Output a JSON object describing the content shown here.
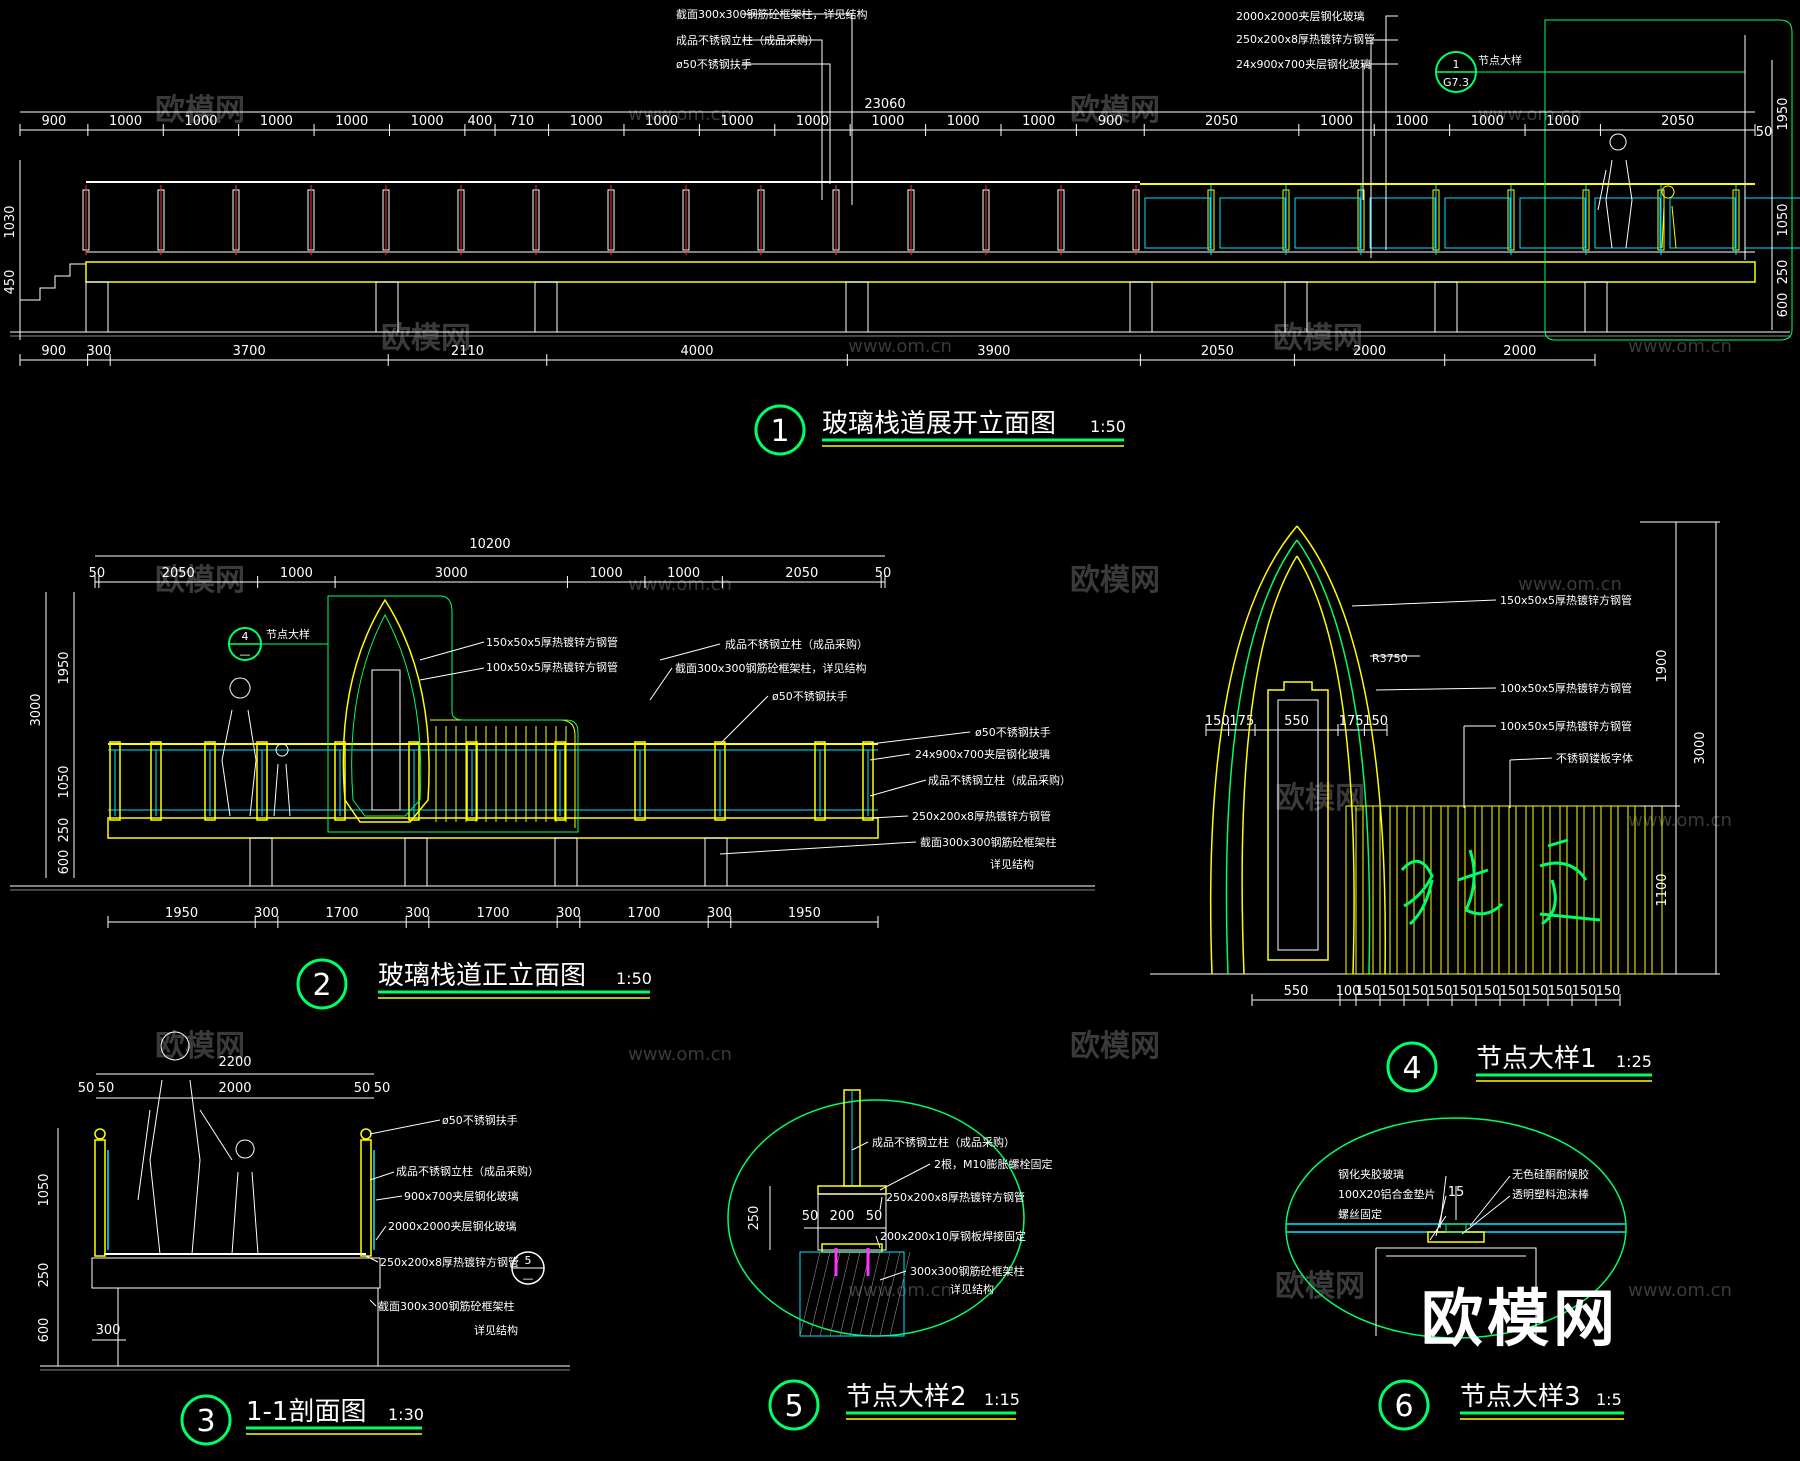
{
  "watermark": {
    "brand": "欧模网",
    "url": "www.om.cn",
    "corner_logo": "欧模网"
  },
  "drawing_1": {
    "number": "1",
    "title": "玻璃栈道展开立面图",
    "scale": "1:50",
    "overall": "23060",
    "top_dims": [
      "900",
      "1000",
      "1000",
      "1000",
      "1000",
      "1000",
      "400",
      "710",
      "1000",
      "1000",
      "1000",
      "1000",
      "1000",
      "1000",
      "1000",
      "900",
      "2050",
      "1000",
      "1000",
      "1000",
      "1000",
      "2050"
    ],
    "bottom_dims": [
      "900",
      "300",
      "3700",
      "2110",
      "4000",
      "3900",
      "2050",
      "2000",
      "2000"
    ],
    "left_dims": [
      "1030",
      "450"
    ],
    "right_dims": [
      "1950",
      "50",
      "1050",
      "250",
      "600"
    ],
    "notes": [
      "截面300x300钢筋砼框架柱，详见结构",
      "成品不锈钢立柱（成品采购）",
      "ø50不锈钢扶手",
      "2000x2000夹层钢化玻璃",
      "250x200x8厚热镀锌方钢管",
      "24x900x700夹层钢化玻璃"
    ],
    "callout_top": "1",
    "callout_bottom": "G7.3",
    "callout_label": "节点大样"
  },
  "drawing_2": {
    "number": "2",
    "title": "玻璃栈道正立面图",
    "scale": "1:50",
    "overall": "10200",
    "top_dims": [
      "50",
      "2050",
      "1000",
      "3000",
      "1000",
      "1000",
      "2050",
      "50"
    ],
    "bottom_dims": [
      "1950",
      "300",
      "1700",
      "300",
      "1700",
      "300",
      "1700",
      "300",
      "1950"
    ],
    "left_dims": [
      "3000",
      "1950",
      "1050",
      "250",
      "600"
    ],
    "notes_left": [
      "150x50x5厚热镀锌方钢管",
      "100x50x5厚热镀锌方钢管"
    ],
    "notes_right": [
      "成品不锈钢立柱（成品采购）",
      "截面300x300钢筋砼框架柱，详见结构",
      "ø50不锈钢扶手",
      "ø50不锈钢扶手",
      "24x900x700夹层钢化玻璃",
      "成品不锈钢立柱（成品采购）",
      "250x200x8厚热镀锌方钢管",
      "截面300x300钢筋砼框架柱",
      "详见结构"
    ],
    "callout_top": "4",
    "callout_bottom": "—",
    "callout_label": "节点大样"
  },
  "drawing_3": {
    "number": "3",
    "title": "1-1剖面图",
    "scale": "1:30",
    "top_dims": [
      "2200",
      "50",
      "50",
      "2000",
      "50",
      "50"
    ],
    "left_dims": [
      "1050",
      "250",
      "600"
    ],
    "base_dim": "300",
    "notes": [
      "ø50不锈钢扶手",
      "成品不锈钢立柱（成品采购）",
      "900x700夹层钢化玻璃",
      "2000x2000夹层钢化玻璃",
      "250x200x8厚热镀锌方钢管",
      "截面300x300钢筋砼框架柱",
      "详见结构"
    ],
    "callout_top": "5",
    "callout_bottom": "—"
  },
  "drawing_4": {
    "number": "4",
    "title": "节点大样1",
    "scale": "1:25",
    "radius": "R3750",
    "mid_dims": [
      "150",
      "175",
      "550",
      "175",
      "150"
    ],
    "bottom_dims": [
      "550",
      "100",
      "150",
      "150",
      "150",
      "150",
      "150",
      "150",
      "150",
      "150",
      "150",
      "150",
      "150"
    ],
    "right_dims": [
      "1900",
      "1100",
      "3000"
    ],
    "notes": [
      "150x50x5厚热镀锌方钢管",
      "100x50x5厚热镀锌方钢管",
      "100x50x5厚热镀锌方钢管",
      "不锈钢镂板字体"
    ]
  },
  "drawing_5": {
    "number": "5",
    "title": "节点大样2",
    "scale": "1:15",
    "dims": [
      "250",
      "50",
      "200",
      "50"
    ],
    "notes": [
      "成品不锈钢立柱（成品采购）",
      "2根，M10膨胀螺栓固定",
      "250x200x8厚热镀锌方钢管",
      "200x200x10厚钢板焊接固定",
      "300x300钢筋砼框架柱",
      "详见结构"
    ]
  },
  "drawing_6": {
    "number": "6",
    "title": "节点大样3",
    "scale": "1:5",
    "dim": "15",
    "notes_left": [
      "钢化夹胶玻璃",
      "100X20铝合金垫片",
      "螺丝固定"
    ],
    "notes_right": [
      "无色硅酮耐候胶",
      "透明塑料泡沫棒"
    ]
  }
}
